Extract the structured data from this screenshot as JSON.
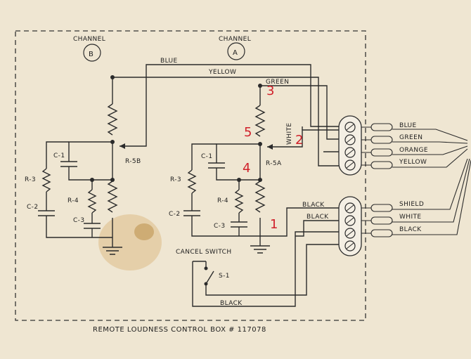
{
  "title": "REMOTE LOUDNESS CONTROL BOX # 117078",
  "channels": {
    "b": {
      "label": "CHANNEL",
      "letter": "B"
    },
    "a": {
      "label": "CHANNEL",
      "letter": "A"
    }
  },
  "components": {
    "r5b": "R-5B",
    "r5a": "R-5A",
    "c1_b": "C-1",
    "c1_a": "C-1",
    "r3_b": "R-3",
    "r3_a": "R-3",
    "c2_b": "C-2",
    "c2_a": "C-2",
    "r4_b": "R-4",
    "r4_a": "R-4",
    "c3_b": "C-3",
    "c3_a": "C-3",
    "s1": "S-1"
  },
  "switch_label": "CANCEL SWITCH",
  "wires": {
    "blue": "BLUE",
    "yellow": "YELLOW",
    "green": "GREEN",
    "white": "WHITE",
    "black1": "BLACK",
    "black2": "BLACK",
    "black_bottom": "BLACK"
  },
  "cable_top": [
    "BLUE",
    "GREEN",
    "ORANGE",
    "YELLOW"
  ],
  "cable_bottom": [
    "SHIELD",
    "WHITE",
    "BLACK"
  ],
  "markers": [
    "1",
    "2",
    "3",
    "4",
    "5"
  ],
  "colors": {
    "marker": "#d0202a",
    "paper": "#efe6d2",
    "ink": "#2b2b2b"
  }
}
